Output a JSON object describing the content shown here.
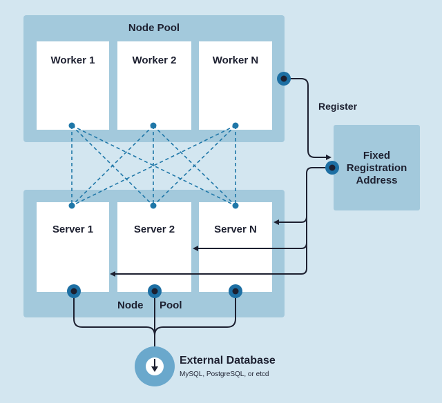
{
  "top_pool": {
    "title": "Node Pool",
    "workers": [
      "Worker 1",
      "Worker 2",
      "Worker N"
    ]
  },
  "bottom_pool": {
    "title_left": "Node",
    "title_right": "Pool",
    "servers": [
      "Server 1",
      "Server 2",
      "Server N"
    ]
  },
  "fixed_address": {
    "lines": [
      "Fixed",
      "Registration",
      "Address"
    ]
  },
  "register_label": "Register",
  "external_db": {
    "title": "External Database",
    "subtitle": "MySQL, PostgreSQL, or etcd"
  },
  "colors": {
    "background": "#d3e6f0",
    "pool": "#a3c9dc",
    "card": "#ffffff",
    "dashed_link": "#1f77a8",
    "arrow": "#1d2030",
    "connector_outer": "#1d6fa3",
    "database": "#6aa8cc"
  }
}
